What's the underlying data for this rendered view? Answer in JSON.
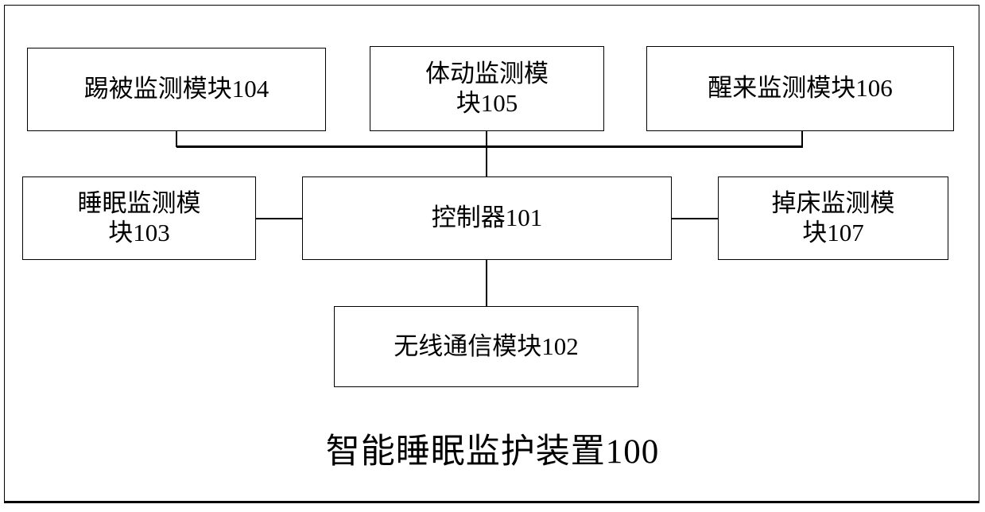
{
  "diagram": {
    "caption": "智能睡眠监护装置100",
    "frame_label": "device-outline",
    "boxes": {
      "b104": {
        "label": "踢被监测模块104"
      },
      "b105": {
        "label": "体动监测模\n块105"
      },
      "b106": {
        "label": "醒来监测模块106"
      },
      "b103": {
        "label": "睡眠监测模\n块103"
      },
      "b101": {
        "label": "控制器101"
      },
      "b107": {
        "label": "掉床监测模\n块107"
      },
      "b102": {
        "label": "无线通信模块102"
      }
    },
    "connections": [
      {
        "from": "b104",
        "to": "bus",
        "style": "orthogonal"
      },
      {
        "from": "b105",
        "to": "b101",
        "style": "vertical"
      },
      {
        "from": "b106",
        "to": "bus",
        "style": "orthogonal"
      },
      {
        "from": "b103",
        "to": "b101",
        "style": "horizontal"
      },
      {
        "from": "b107",
        "to": "b101",
        "style": "horizontal"
      },
      {
        "from": "b101",
        "to": "b102",
        "style": "vertical"
      }
    ],
    "colors": {
      "stroke": "#000000",
      "background": "#ffffff",
      "text": "#000000"
    }
  }
}
